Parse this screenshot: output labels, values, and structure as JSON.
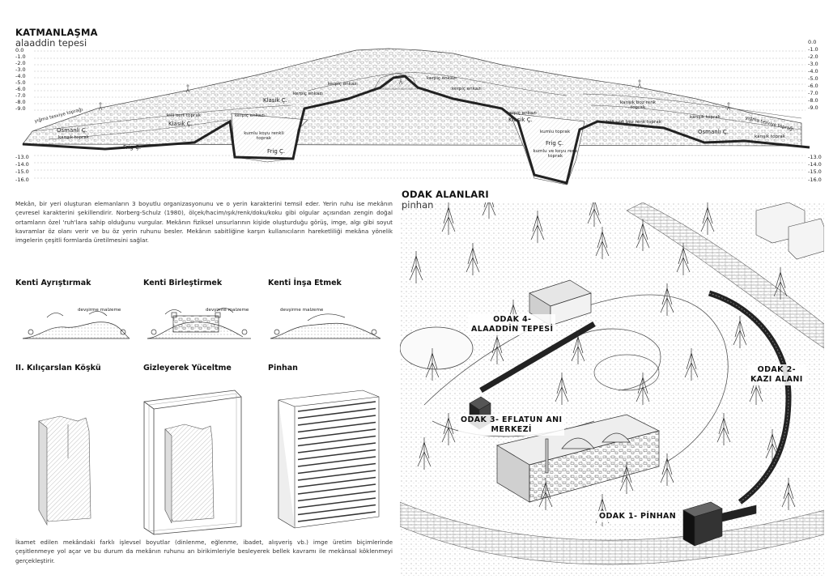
{
  "section1": {
    "title": "KATMANLAŞMA",
    "subtitle": "alaaddin tepesi"
  },
  "depth_scale": [
    "0.0",
    "-1.0",
    "-2.0",
    "-3.0",
    "-4.0",
    "-5.0",
    "-6.0",
    "-7.0",
    "-8.0",
    "-9.0",
    "-13.0",
    "-14.0",
    "-15.0",
    "-16.0"
  ],
  "section_labels": {
    "l1": "yığma tesviye toprağı",
    "l2": "Osmanlı Ç.",
    "l3": "karışık toprak",
    "l4": "Frig Ç.",
    "l5": "killi sert toprak",
    "l6": "Klasik Ç.",
    "l7": "kerpiç enkazı",
    "l8": "kumlu koyu renkli toprak",
    "l9": "Frig Ç.",
    "l10": "Klasik Ç.",
    "l11": "kerpiç enkazı",
    "l12": "kerpiç enkazı",
    "l13": "kerpiç enkazı",
    "l14": "kerpiç enkazı",
    "l15": "kerpiç enkazı",
    "l16": "Klasik Ç.",
    "l17": "kumlu toprak",
    "l18": "Frig Ç.",
    "l19": "kumlu ve koyu renk toprak",
    "l20": "karışık boz renk toprak",
    "l21": "karışık toprak",
    "l22": "killi sert boz renk toprak",
    "l23": "Osmanlı Ç.",
    "l24": "yığma tesviye toprağı",
    "l25": "karışık toprak"
  },
  "intro_text": "Mekân, bir yeri oluşturan elemanların 3 boyutlu organizasyonunu ve o yerin karakterini temsil eder. Yerin ruhu ise mekânın çevresel karakterini şekillendirir. Norberg-Schulz (1980), ölçek/hacim/ışık/renk/doku/koku gibi olgular açısından zengin doğal ortamların özel 'ruh'lara sahip olduğunu vurgular. Mekânın fiziksel unsurlarının kişide oluşturduğu görüş, imge, algı gibi soyut kavramlar öz olanı verir ve bu öz yerin ruhunu besler. Mekânın sabitliğine karşın kullanıcıların hareketliliği mekâna yönelik imgelerin çeşitli formlarda üretilmesini sağlar.",
  "diagrams_row1": [
    {
      "title": "Kenti Ayrıştırmak",
      "note": "devşirme malzeme"
    },
    {
      "title": "Kenti Birleştirmek",
      "note": "devşirme malzeme"
    },
    {
      "title": "Kenti İnşa Etmek",
      "note": "devşirme malzeme"
    }
  ],
  "diagrams_row2": [
    {
      "title": "II. Kılıçarslan Köşkü"
    },
    {
      "title": "Gizleyerek Yüceltme"
    },
    {
      "title": "Pinhan"
    }
  ],
  "bottom_text": "İkamet edilen mekândaki farklı işlevsel boyutlar (dinlenme, eğlenme, ibadet, alışveriş vb.) imge üretim biçimlerinde çeşitlenmeye yol açar ve bu durum da mekânın ruhunu an birikimleriyle besleyerek bellek kavramı ile mekânsal köklenmeyi gerçekleştirir.",
  "section2": {
    "title": "ODAK ALANLARI",
    "subtitle": "pinhan"
  },
  "focus_labels": {
    "odak4": "ODAK 4-\nALAADDİN TEPESİ",
    "odak2": "ODAK 2-\nKAZI ALANI",
    "odak3": "ODAK 3- EFLATUN ANI\nMERKEZİ",
    "odak1": "ODAK 1- PİNHAN"
  }
}
